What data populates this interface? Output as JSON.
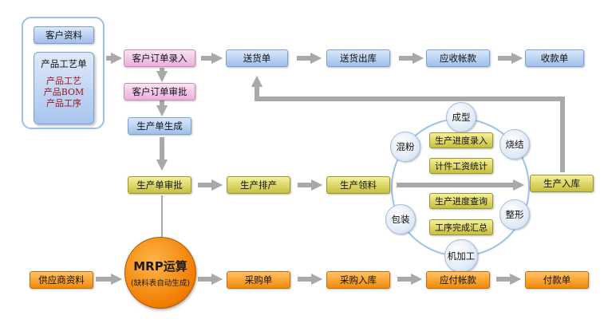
{
  "customer": {
    "customer_info": "客户资料",
    "craft_title": "产品工艺单",
    "craft_items": [
      "产品工艺",
      "产品BOM",
      "产品工序"
    ]
  },
  "order_flow": {
    "order_entry": "客户订单录入",
    "order_audit": "客户订单审批",
    "production_order": "生产单生成",
    "delivery_note": "送货单",
    "delivery_out": "送货出库",
    "receivable": "应收帐款",
    "receipt": "收款单"
  },
  "production_flow": {
    "production_audit": "生产单审批",
    "scheduling": "生产排产",
    "material_picking": "生产领料",
    "warehouse_in": "生产入库"
  },
  "process_cycle": {
    "steps": [
      "成型",
      "烧结",
      "整形",
      "机加工",
      "包装",
      "混粉"
    ],
    "inner_tasks": [
      "生产进度录入",
      "计件工资统计",
      "生产进度查询",
      "工序完成汇总"
    ]
  },
  "purchase_flow": {
    "supplier_info": "供应商资料",
    "mrp_title": "MRP运算",
    "mrp_subtitle": "(缺料表自动生成)",
    "purchase_order": "采购单",
    "purchase_in": "采购入库",
    "payable": "应付帐款",
    "payment": "付款单"
  },
  "colors": {
    "arrow": "#a9a9a9",
    "blue_box": "#9fbfea",
    "pink_box": "#eab0dc",
    "olive_box": "#c7bf3e",
    "orange_box": "#f08a08",
    "craft_text": "#a0141c",
    "cycle_ring": "#9cc0ea"
  }
}
